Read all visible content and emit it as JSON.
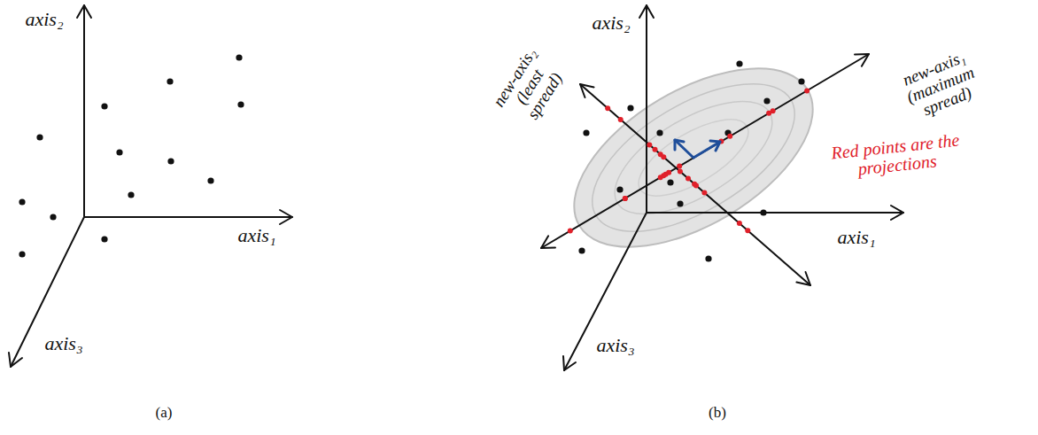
{
  "diagram": {
    "labels": [
      "axis₂",
      "axis₁",
      "axis₃",
      "(a)",
      "axis₂",
      "new-axis₂ (least spread)",
      "new-axis₁ (maximum spread)",
      "Red points are the projections",
      "axis₁",
      "axis₃",
      "(b)"
    ]
  }
}
